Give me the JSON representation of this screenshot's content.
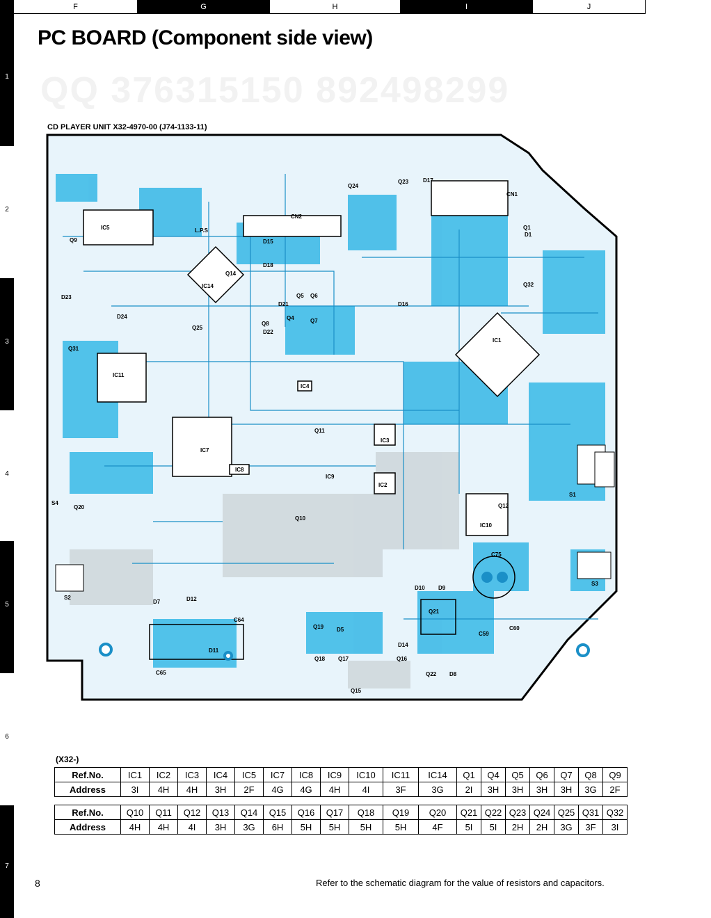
{
  "header": {
    "columns": [
      "F",
      "G",
      "H",
      "I",
      "J"
    ]
  },
  "sidebar": {
    "rows": [
      "1",
      "2",
      "3",
      "4",
      "5",
      "6",
      "7"
    ]
  },
  "page": {
    "title": "PC BOARD (Component side view)",
    "watermark": "QQ 376315150  892498299",
    "unit_label": "CD PLAYER UNIT   X32-4970-00 (J74-1133-11)",
    "page_number": "8",
    "footnote": "Refer to the schematic diagram for the value of resistors and capacitors."
  },
  "board": {
    "component_labels": [
      "IC5",
      "IC14",
      "CN2",
      "CN1",
      "IC1",
      "IC11",
      "IC7",
      "IC4",
      "IC3",
      "IC2",
      "IC10",
      "IC9",
      "IC8",
      "Q9",
      "Q14",
      "Q24",
      "Q23",
      "Q1",
      "Q32",
      "Q25",
      "Q8",
      "Q7",
      "Q6",
      "Q5",
      "Q4",
      "Q31",
      "Q20",
      "Q11",
      "Q10",
      "Q12",
      "Q21",
      "Q19",
      "Q18",
      "Q17",
      "Q16",
      "Q15",
      "Q22",
      "D23",
      "D24",
      "D15",
      "D18",
      "D22",
      "D21",
      "D16",
      "D17",
      "D1",
      "D7",
      "D12",
      "D11",
      "D10",
      "D9",
      "D14",
      "D8",
      "D5",
      "S1",
      "S2",
      "S3",
      "S4",
      "C75",
      "C65",
      "C64",
      "C59",
      "C60",
      "L.P.S"
    ]
  },
  "table_group_label": "(X32-)",
  "table1": {
    "refno_label": "Ref.No.",
    "address_label": "Address",
    "refs": [
      "IC1",
      "IC2",
      "IC3",
      "IC4",
      "IC5",
      "IC7",
      "IC8",
      "IC9",
      "IC10",
      "IC11",
      "IC14",
      "Q1",
      "Q4",
      "Q5",
      "Q6",
      "Q7",
      "Q8",
      "Q9"
    ],
    "addresses": [
      "3I",
      "4H",
      "4H",
      "3H",
      "2F",
      "4G",
      "4G",
      "4H",
      "4I",
      "3F",
      "3G",
      "2I",
      "3H",
      "3H",
      "3H",
      "3H",
      "3G",
      "2F"
    ]
  },
  "table2": {
    "refno_label": "Ref.No.",
    "address_label": "Address",
    "refs": [
      "Q10",
      "Q11",
      "Q12",
      "Q13",
      "Q14",
      "Q15",
      "Q16",
      "Q17",
      "Q18",
      "Q19",
      "Q20",
      "Q21",
      "Q22",
      "Q23",
      "Q24",
      "Q25",
      "Q31",
      "Q32"
    ],
    "addresses": [
      "4H",
      "4H",
      "4I",
      "3H",
      "3G",
      "6H",
      "5H",
      "5H",
      "5H",
      "5H",
      "4F",
      "5I",
      "5I",
      "2H",
      "2H",
      "3G",
      "3F",
      "3I"
    ]
  }
}
